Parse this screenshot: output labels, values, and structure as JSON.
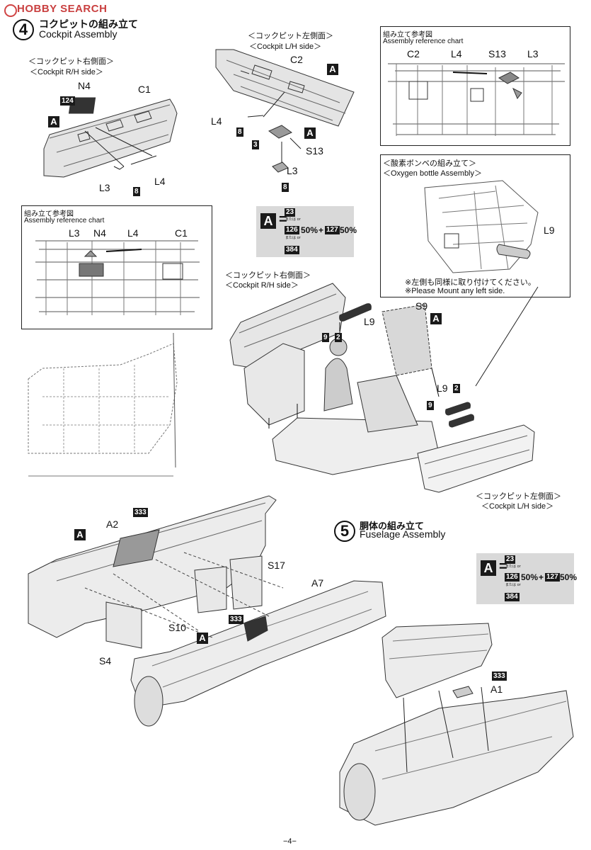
{
  "header": {
    "site_logo": "HOBBY SEARCH",
    "logo_icon": "hobbysearch-logo-icon"
  },
  "step4": {
    "number": "4",
    "title_jp": "コクピットの組み立て",
    "title_en": "Cockpit Assembly"
  },
  "step5": {
    "number": "5",
    "title_jp": "胴体の組み立て",
    "title_en": "Fuselage Assembly"
  },
  "views": {
    "rh_side_jp": "＜コックピット右側面＞",
    "rh_side_en": "＜Cockpit R/H side＞",
    "lh_side_jp": "＜コックピット左側面＞",
    "lh_side_en": "＜Cockpit L/H side＞",
    "rh_side2_jp": "＜コックピット右側面＞",
    "rh_side2_en": "＜Cockpit R/H side＞",
    "lh_side2_jp": "＜コックピット左側面＞",
    "lh_side2_en": "＜Cockpit L/H side＞"
  },
  "ref_chart_right": {
    "title_jp": "組み立て参考図",
    "title_en": "Assembly reference chart",
    "parts": [
      "C2",
      "L4",
      "S13",
      "L3"
    ]
  },
  "ref_chart_left": {
    "title_jp": "組み立て参考図",
    "title_en": "Assembly reference chart",
    "parts": [
      "L3",
      "N4",
      "L4",
      "C1"
    ]
  },
  "oxygen": {
    "title_jp": "＜酸素ボンベの組み立て＞",
    "title_en": "＜Oxygen bottle Assembly＞",
    "part": "L9",
    "note_jp": "※左側も同様に取り付けてください。",
    "note_en": "※Please Mount any left side."
  },
  "paint_mix": {
    "letter": "A",
    "eq": "=",
    "c1": "23",
    "or1": "または or",
    "c2": "126",
    "p2": "50%",
    "plus": "+",
    "c3": "127",
    "p3": "50%",
    "or2": "または or",
    "c4": "384"
  },
  "labels_rh": {
    "n4": "N4",
    "c1": "C1",
    "l3": "L3",
    "l4": "L4",
    "c124": "124",
    "c8": "8",
    "a": "A"
  },
  "labels_lh": {
    "c2": "C2",
    "l4": "L4",
    "s13": "S13",
    "l3": "L3",
    "c8a": "8",
    "c8b": "8",
    "c3": "3",
    "a1": "A",
    "a2": "A"
  },
  "labels_mid": {
    "l9": "L9",
    "s9": "S9",
    "a": "A",
    "c9a": "9",
    "c2a": "2",
    "l9b": "L9",
    "c2b": "2",
    "c9b": "9"
  },
  "labels_fus": {
    "a2": "A2",
    "c333a": "333",
    "a_left": "A",
    "s17": "S17",
    "a7": "A7",
    "s10": "S10",
    "c333b": "333",
    "a_mid": "A",
    "s4": "S4"
  },
  "labels_br": {
    "c333": "333",
    "a1": "A1"
  },
  "footer": {
    "page": "−4−"
  }
}
